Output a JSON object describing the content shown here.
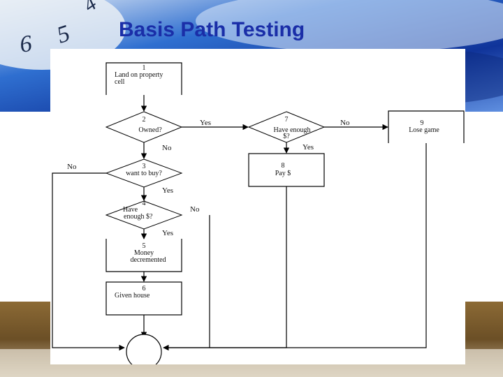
{
  "slide": {
    "title": "Basis Path Testing",
    "colors": {
      "title": "#1a2ea8",
      "bg_blue": "#1f5fc8",
      "bg_brown": "#6e5228",
      "line": "#000000"
    }
  },
  "diagram": {
    "nodes": {
      "n1": {
        "num": "1",
        "lines": [
          "Land on property",
          "cell"
        ]
      },
      "n2": {
        "num": "2",
        "lines": [
          "Owned?"
        ]
      },
      "n3": {
        "num": "3",
        "lines": [
          "want to buy?"
        ]
      },
      "n4": {
        "num": "4",
        "lines": [
          "Have",
          "enough $?"
        ]
      },
      "n5": {
        "num": "5",
        "lines": [
          "Money",
          "decremented"
        ]
      },
      "n6": {
        "num": "6",
        "lines": [
          "Given house"
        ]
      },
      "n7": {
        "num": "7",
        "lines": [
          "Have enough",
          "$?"
        ]
      },
      "n8": {
        "num": "8",
        "lines": [
          "Pay $"
        ]
      },
      "n9": {
        "num": "9",
        "lines": [
          "Lose game"
        ]
      }
    },
    "edge_labels": {
      "e2_7": "Yes",
      "e2_3": "No",
      "e3_out": "No",
      "e3_4": "Yes",
      "e4_out": "No",
      "e4_5": "Yes",
      "e7_9": "No",
      "e7_8": "Yes"
    }
  }
}
